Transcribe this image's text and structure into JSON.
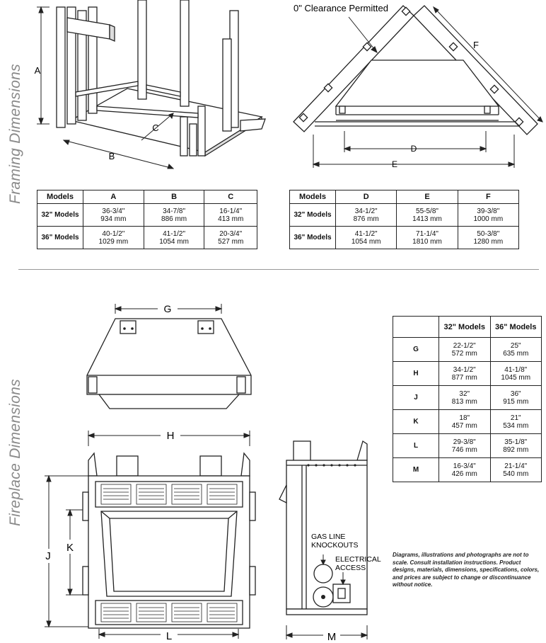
{
  "section_labels": {
    "framing": "Framing Dimensions",
    "fireplace": "Fireplace Dimensions"
  },
  "framing_diagram": {
    "label_a": "A",
    "label_b": "B",
    "label_c": "C"
  },
  "corner_diagram": {
    "clearance_note": "0\" Clearance Permitted",
    "label_d": "D",
    "label_e": "E",
    "label_f": "F"
  },
  "table_abc": {
    "headers": [
      "Models",
      "A",
      "B",
      "C"
    ],
    "rows": [
      {
        "model": "32\" Models",
        "a1": "36-3/4\"",
        "a2": "934 mm",
        "b1": "34-7/8\"",
        "b2": "886 mm",
        "c1": "16-1/4\"",
        "c2": "413 mm"
      },
      {
        "model": "36\" Models",
        "a1": "40-1/2\"",
        "a2": "1029 mm",
        "b1": "41-1/2\"",
        "b2": "1054 mm",
        "c1": "20-3/4\"",
        "c2": "527 mm"
      }
    ]
  },
  "table_def": {
    "headers": [
      "Models",
      "D",
      "E",
      "F"
    ],
    "rows": [
      {
        "model": "32\" Models",
        "d1": "34-1/2\"",
        "d2": "876 mm",
        "e1": "55-5/8\"",
        "e2": "1413 mm",
        "f1": "39-3/8\"",
        "f2": "1000 mm"
      },
      {
        "model": "36\" Models",
        "d1": "41-1/2\"",
        "d2": "1054 mm",
        "e1": "71-1/4\"",
        "e2": "1810 mm",
        "f1": "50-3/8\"",
        "f2": "1280 mm"
      }
    ]
  },
  "top_view": {
    "label_g": "G"
  },
  "front_view": {
    "label_h": "H",
    "label_j": "J",
    "label_k": "K",
    "label_l": "L"
  },
  "side_view": {
    "label_m": "M",
    "gas_line_1": "GAS LINE",
    "gas_line_2": "KNOCKOUTS",
    "electrical_1": "ELECTRICAL",
    "electrical_2": "ACCESS"
  },
  "table_fireplace": {
    "headers": [
      "",
      "32\" Models",
      "36\" Models"
    ],
    "rows": [
      {
        "label": "G",
        "a1": "22-1/2\"",
        "a2": "572 mm",
        "b1": "25\"",
        "b2": "635 mm"
      },
      {
        "label": "H",
        "a1": "34-1/2\"",
        "a2": "877 mm",
        "b1": "41-1/8\"",
        "b2": "1045 mm"
      },
      {
        "label": "J",
        "a1": "32\"",
        "a2": "813 mm",
        "b1": "36\"",
        "b2": "915 mm"
      },
      {
        "label": "K",
        "a1": "18\"",
        "a2": "457 mm",
        "b1": "21\"",
        "b2": "534 mm"
      },
      {
        "label": "L",
        "a1": "29-3/8\"",
        "a2": "746 mm",
        "b1": "35-1/8\"",
        "b2": "892 mm"
      },
      {
        "label": "M",
        "a1": "16-3/4\"",
        "a2": "426 mm",
        "b1": "21-1/4\"",
        "b2": "540 mm"
      }
    ]
  },
  "disclaimer": "Diagrams, illustrations and photographs are not to scale. Consult installation instructions. Product designs, materials, dimensions, specifications, colors, and prices are subject to change or discontinuance without notice."
}
